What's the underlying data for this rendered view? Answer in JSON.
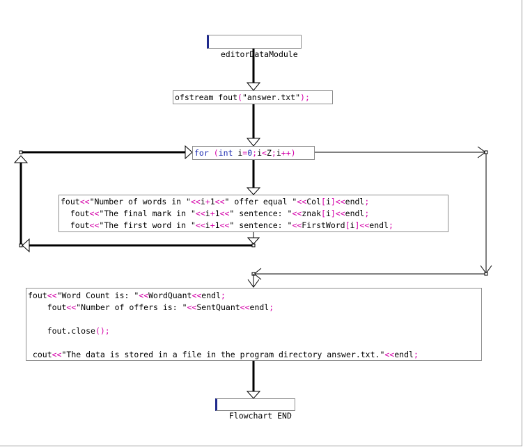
{
  "colors": {
    "keyword": "#1c2bb0",
    "operator": "#d400a8",
    "text": "#000000",
    "terminal_accent": "#1f2a8c",
    "connector": "#000000"
  },
  "start": {
    "label": "editorDataModule"
  },
  "stmt1": {
    "lines": [
      [
        [
          "t",
          "ofstream fout"
        ],
        [
          "o",
          "("
        ],
        [
          "t",
          "\"answer.txt\""
        ],
        [
          "o",
          ");"
        ]
      ]
    ]
  },
  "loop": {
    "lines": [
      [
        [
          "k",
          "for"
        ],
        [
          "t",
          " "
        ],
        [
          "o",
          "("
        ],
        [
          "k",
          "int"
        ],
        [
          "t",
          " i"
        ],
        [
          "o",
          "="
        ],
        [
          "k",
          "0"
        ],
        [
          "o",
          ";"
        ],
        [
          "t",
          "i"
        ],
        [
          "o",
          "<"
        ],
        [
          "t",
          "Z"
        ],
        [
          "o",
          ";"
        ],
        [
          "t",
          "i"
        ],
        [
          "o",
          "++)"
        ]
      ]
    ]
  },
  "body": {
    "lines": [
      [
        [
          "t",
          "fout"
        ],
        [
          "o",
          "<<"
        ],
        [
          "t",
          "\"Number of words in \""
        ],
        [
          "o",
          "<<"
        ],
        [
          "t",
          "i"
        ],
        [
          "o",
          "+"
        ],
        [
          "t",
          "1"
        ],
        [
          "o",
          "<<"
        ],
        [
          "t",
          "\" offer equal \""
        ],
        [
          "o",
          "<<"
        ],
        [
          "t",
          "Col"
        ],
        [
          "o",
          "["
        ],
        [
          "t",
          "i"
        ],
        [
          "o",
          "]<<"
        ],
        [
          "t",
          "endl"
        ],
        [
          "o",
          ";"
        ]
      ],
      [
        [
          "t",
          "  fout"
        ],
        [
          "o",
          "<<"
        ],
        [
          "t",
          "\"The final mark in \""
        ],
        [
          "o",
          "<<"
        ],
        [
          "t",
          "i"
        ],
        [
          "o",
          "+"
        ],
        [
          "t",
          "1"
        ],
        [
          "o",
          "<<"
        ],
        [
          "t",
          "\" sentence: \""
        ],
        [
          "o",
          "<<"
        ],
        [
          "t",
          "znak"
        ],
        [
          "o",
          "["
        ],
        [
          "t",
          "i"
        ],
        [
          "o",
          "]<<"
        ],
        [
          "t",
          "endl"
        ],
        [
          "o",
          ";"
        ]
      ],
      [
        [
          "t",
          "  fout"
        ],
        [
          "o",
          "<<"
        ],
        [
          "t",
          "\"The first word in \""
        ],
        [
          "o",
          "<<"
        ],
        [
          "t",
          "i"
        ],
        [
          "o",
          "+"
        ],
        [
          "t",
          "1"
        ],
        [
          "o",
          "<<"
        ],
        [
          "t",
          "\" sentence: \""
        ],
        [
          "o",
          "<<"
        ],
        [
          "t",
          "FirstWord"
        ],
        [
          "o",
          "["
        ],
        [
          "t",
          "i"
        ],
        [
          "o",
          "]<<"
        ],
        [
          "t",
          "endl"
        ],
        [
          "o",
          ";"
        ]
      ]
    ]
  },
  "after": {
    "lines": [
      [
        [
          "t",
          "fout"
        ],
        [
          "o",
          "<<"
        ],
        [
          "t",
          "\"Word Count is: \""
        ],
        [
          "o",
          "<<"
        ],
        [
          "t",
          "WordQuant"
        ],
        [
          "o",
          "<<"
        ],
        [
          "t",
          "endl"
        ],
        [
          "o",
          ";"
        ]
      ],
      [
        [
          "t",
          "    fout"
        ],
        [
          "o",
          "<<"
        ],
        [
          "t",
          "\"Number of offers is: \""
        ],
        [
          "o",
          "<<"
        ],
        [
          "t",
          "SentQuant"
        ],
        [
          "o",
          "<<"
        ],
        [
          "t",
          "endl"
        ],
        [
          "o",
          ";"
        ]
      ],
      [],
      [
        [
          "t",
          "    fout.close"
        ],
        [
          "o",
          "();"
        ]
      ],
      [],
      [
        [
          "t",
          " cout"
        ],
        [
          "o",
          "<<"
        ],
        [
          "t",
          "\"The data is stored in a file in the program directory answer.txt.\""
        ],
        [
          "o",
          "<<"
        ],
        [
          "t",
          "endl"
        ],
        [
          "o",
          ";"
        ]
      ]
    ]
  },
  "end": {
    "label": "Flowchart END"
  }
}
